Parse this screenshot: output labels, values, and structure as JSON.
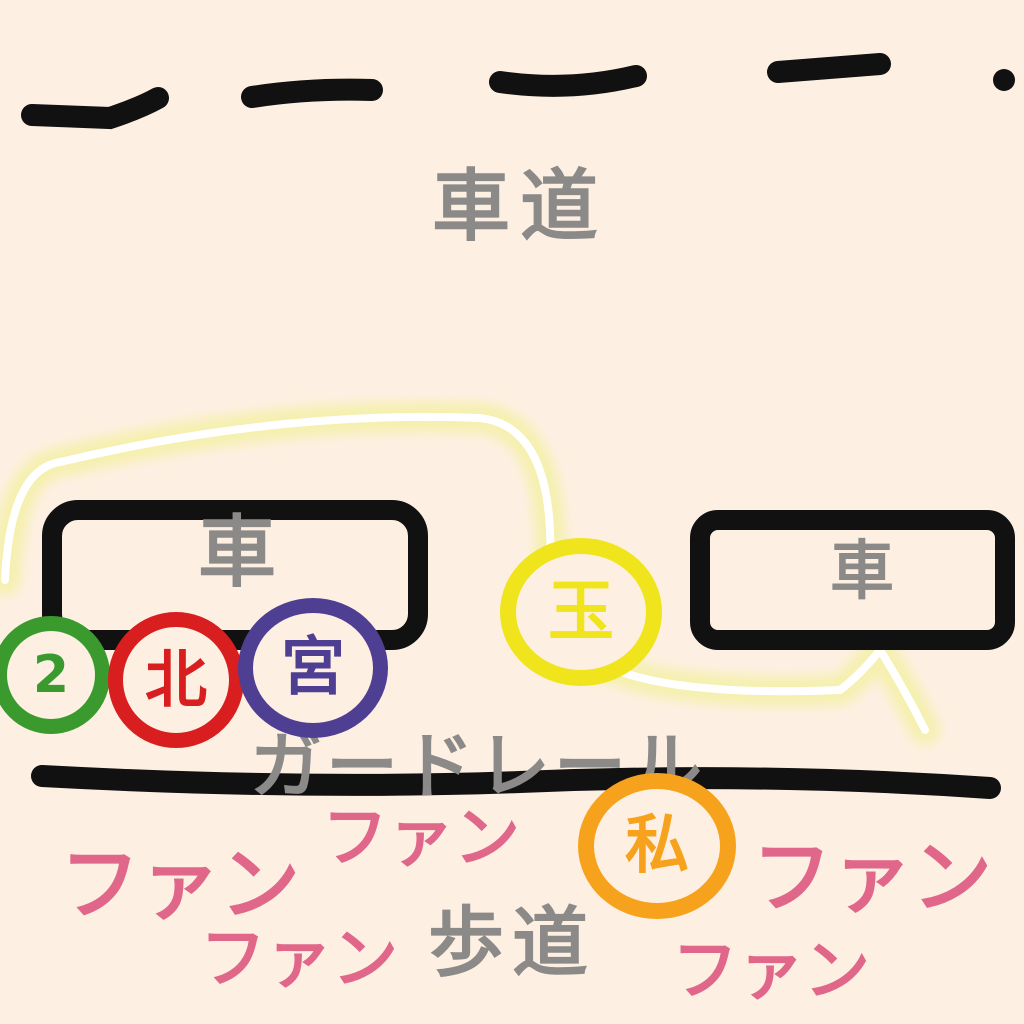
{
  "road_label": "車道",
  "sidewalk_label": "歩道",
  "guardrail_label": "ガードレール",
  "cars": [
    {
      "label": "車"
    },
    {
      "label": "車"
    }
  ],
  "people": [
    {
      "label": "2",
      "color": "#3a9a2e"
    },
    {
      "label": "北",
      "color": "#d81e1e"
    },
    {
      "label": "宮",
      "color": "#4f3f92"
    },
    {
      "label": "玉",
      "color": "#f0e41c"
    },
    {
      "label": "私",
      "color": "#f7a21c"
    }
  ],
  "fans": [
    "ファン",
    "ファン",
    "ファン",
    "ファン",
    "ファン"
  ],
  "colors": {
    "background": "#fdf0e3",
    "ink": "#111111",
    "label_gray": "#8c8a88",
    "fan_pink": "#e0678a",
    "path_white": "#ffffff",
    "path_glow": "#f3f0a0"
  }
}
